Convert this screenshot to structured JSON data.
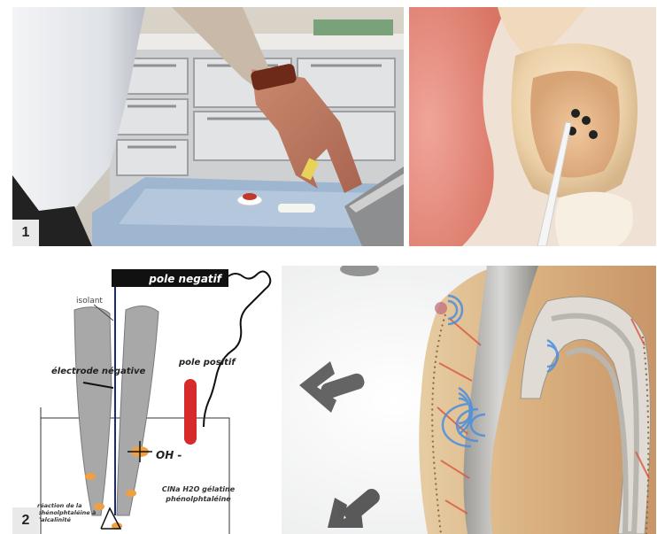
{
  "figures": [
    {
      "number": "1"
    },
    {
      "number": "2"
    }
  ],
  "diagram": {
    "negative_pole": "pole negatif",
    "insulator": "isolant",
    "negative_electrode": "électrode négative",
    "positive_pole": "pole positif",
    "hydroxide_ion": "OH -",
    "solution": "ClNa H2O gélatine phénolphtaléine",
    "reaction_label": "réaction de la phénolphtaléine à l'alcalinité"
  }
}
